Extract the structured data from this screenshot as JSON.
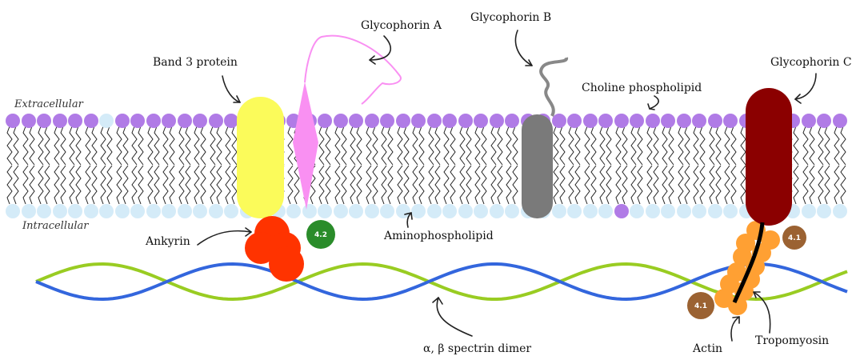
{
  "labels": {
    "extracellular": "Extracellular",
    "intracellular": "Intracellular",
    "band3": "Band 3 protein",
    "glycophorin_a": "Glycophorin A",
    "glycophorin_b": "Glycophorin B",
    "glycophorin_c": "Glycophorin C",
    "choline": "Choline phospholipid",
    "ankyrin": "Ankyrin",
    "amino": "Aminophospholipid",
    "spectrin": "α, β spectrin dimer",
    "actin": "Actin",
    "tropomyosin": "Tropomyosin"
  },
  "badges": {
    "protein_42": "4.2",
    "protein_41": "4.1"
  },
  "colors": {
    "outer_head": "#b07be6",
    "inner_head": "#d4ebf8",
    "band3": "#fbfb5a",
    "glycophorin_a": "#f990f2",
    "glycophorin_b": "#7a7a7a",
    "glycophorin_c": "#8b0000",
    "ankyrin": "#ff3300",
    "protein_42": "#2a8c2a",
    "protein_41": "#9b6232",
    "actin": "#ffa033",
    "spectrin_blue": "#3366dd",
    "spectrin_green": "#99cc22"
  }
}
